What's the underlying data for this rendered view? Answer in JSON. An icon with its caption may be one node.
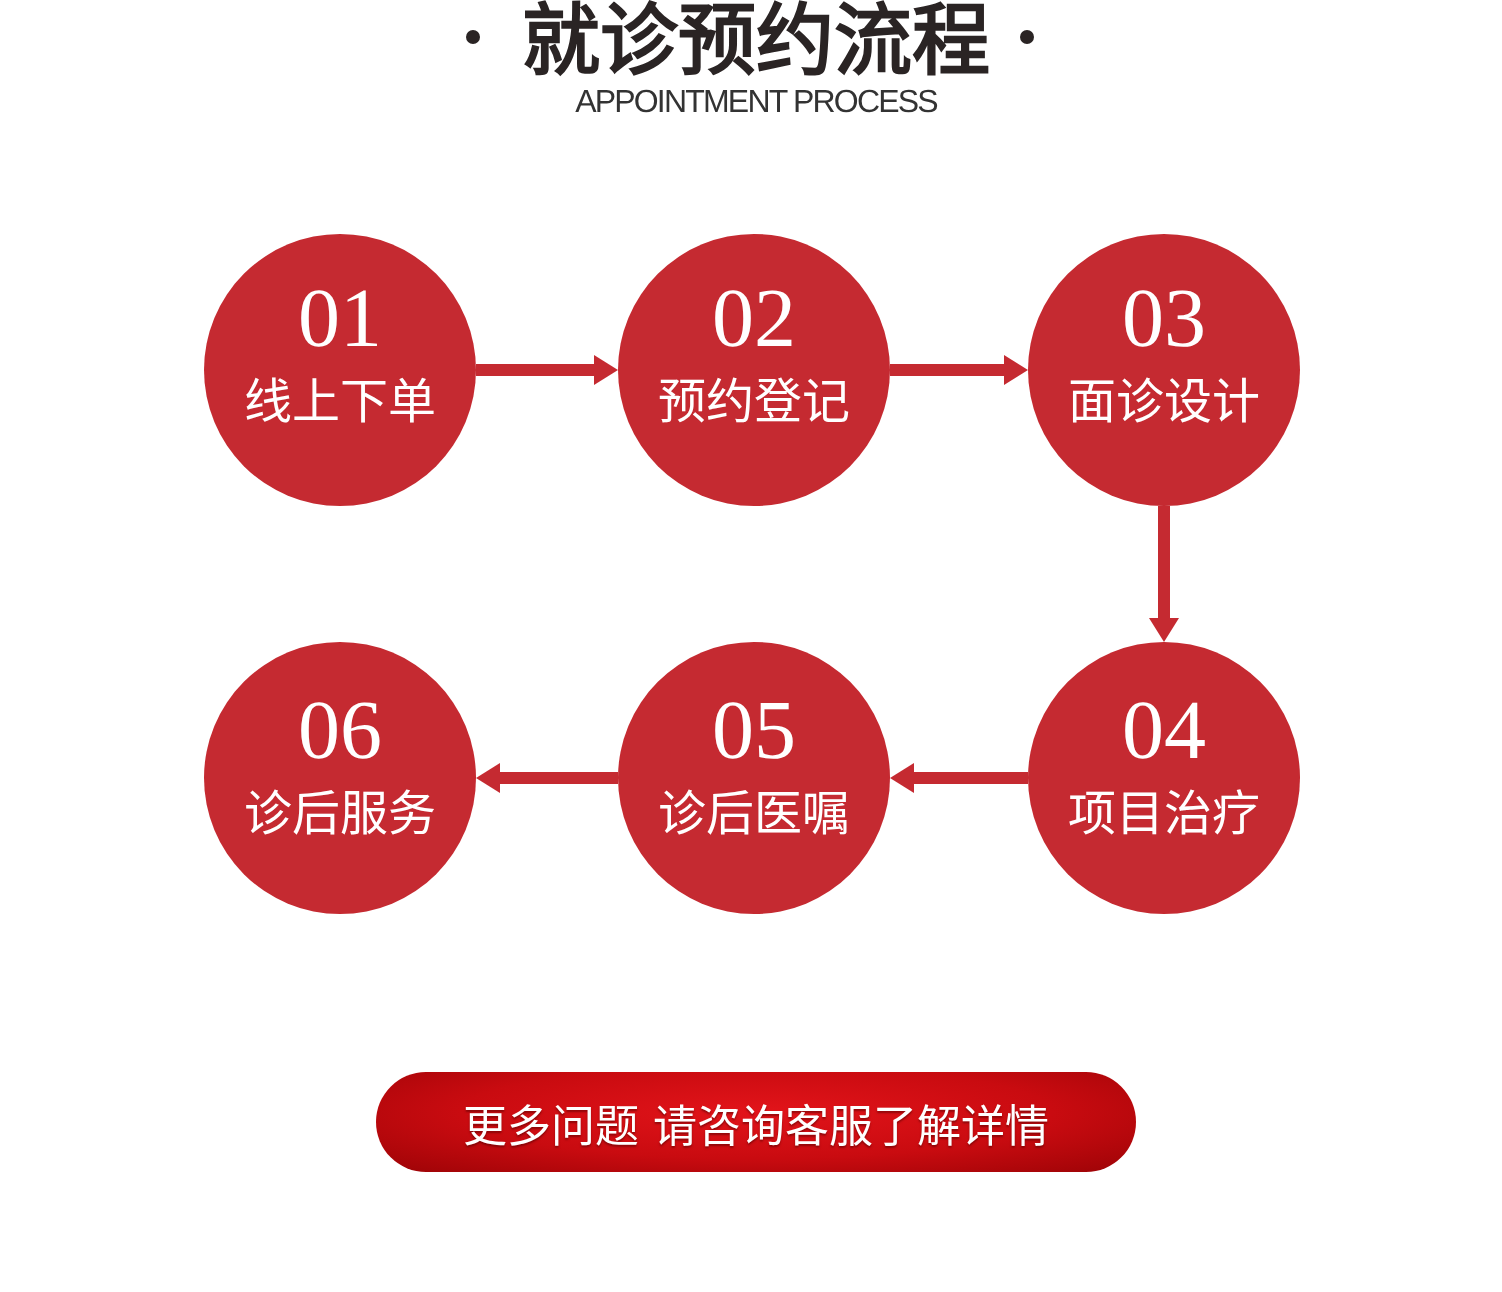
{
  "diagram": {
    "title": "就诊预约流程",
    "nodes": [
      {
        "text": [
          "01",
          "线上下单"
        ]
      },
      {
        "text": [
          "02",
          "预约登记"
        ]
      },
      {
        "text": [
          "03",
          "面诊设计"
        ]
      },
      {
        "text": [
          "04",
          "项目治疗"
        ]
      },
      {
        "text": [
          "05",
          "诊后医嘱"
        ]
      },
      {
        "text": [
          "06",
          "诊后服务"
        ]
      },
      {
        "text": [
          "更多问题 请咨询客服了解详情"
        ]
      }
    ],
    "edges": [
      {
        "from": 0,
        "to": 1,
        "arrow": "to"
      },
      {
        "from": 1,
        "to": 2,
        "arrow": "to"
      },
      {
        "from": 2,
        "to": 3,
        "arrow": "to"
      },
      {
        "from": 3,
        "to": 4,
        "arrow": "to"
      },
      {
        "from": 4,
        "to": 5,
        "arrow": "to"
      }
    ],
    "labels": [
      "APPOINTMENT PROCESS"
    ]
  }
}
